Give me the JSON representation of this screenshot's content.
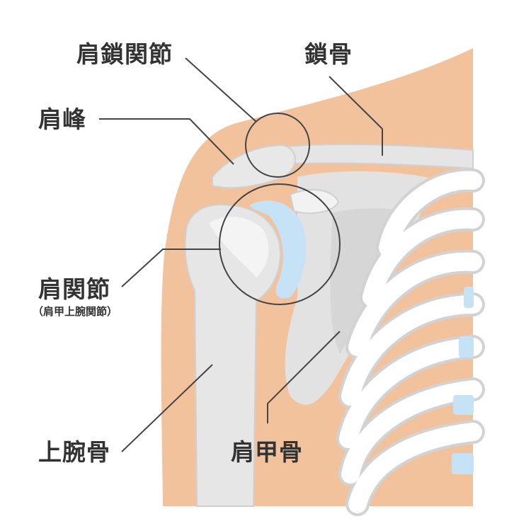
{
  "labels": {
    "acromioclavicular_joint": "肩鎖関節",
    "clavicle": "鎖骨",
    "acromion": "肩峰",
    "glenohumeral_joint": "肩関節",
    "glenohumeral_joint_sub": "（肩甲上腕関節）",
    "humerus": "上腕骨",
    "scapula": "肩甲骨"
  },
  "colors": {
    "skin": "#f2c29c",
    "bone": "#e3e3e3",
    "bone_shadow": "#d0d0d0",
    "bone_light": "#f5f5f5",
    "rib": "#ffffff",
    "rib_outline": "#d2d2d2",
    "cartilage": "#c5e2f6",
    "leader_line": "#444444",
    "text": "#333333"
  }
}
